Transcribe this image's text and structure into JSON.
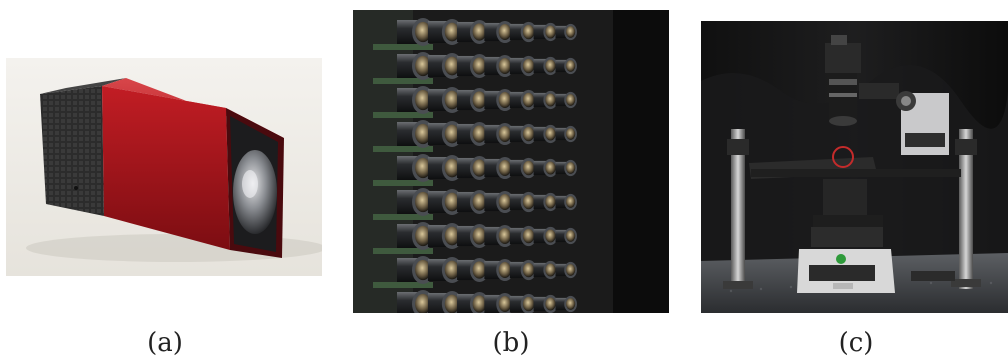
{
  "figure": {
    "panels": [
      {
        "id": "a",
        "caption": "(a)",
        "subject": "lytro-light-field-camera"
      },
      {
        "id": "b",
        "caption": "(b)",
        "subject": "camera-array"
      },
      {
        "id": "c",
        "caption": "(c)",
        "subject": "light-field-microscope"
      }
    ]
  },
  "colors": {
    "camera_red": "#b81820",
    "camera_dark": "#2a2a2a",
    "array_background": "#1a1a1a",
    "microscope_background": "#141414"
  },
  "icons": {
    "camera": "camera-icon",
    "array": "lens-array-icon",
    "microscope": "microscope-icon"
  }
}
